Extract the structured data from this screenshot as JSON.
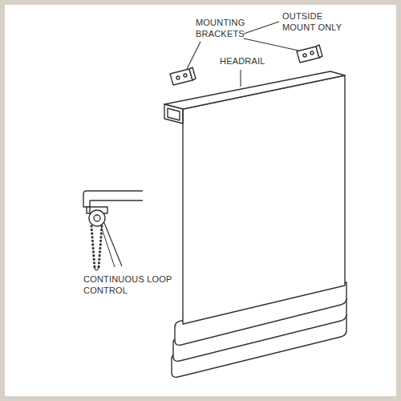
{
  "diagram": {
    "labels": [
      "MOUNTING BRACKETS",
      "OUTSIDE MOUNT ONLY",
      "HEADRAIL",
      "CONTINUOUS LOOP CONTROL"
    ]
  }
}
